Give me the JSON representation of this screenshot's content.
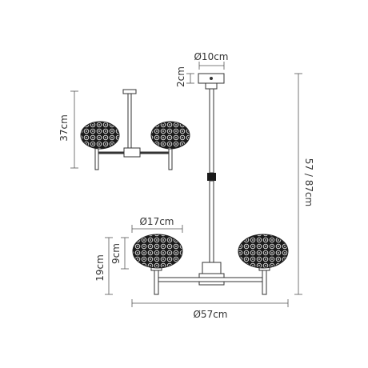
{
  "labels": {
    "canopy_diameter": "Ø10cm",
    "canopy_height": "2cm",
    "small_view_height": "37cm",
    "total_height": "57 / 87cm",
    "shade_diameter": "Ø17cm",
    "shade_height": "9cm",
    "shade_drop": "19cm",
    "overall_width": "Ø57cm"
  },
  "colors": {
    "line": "#333333",
    "background": "#ffffff"
  }
}
